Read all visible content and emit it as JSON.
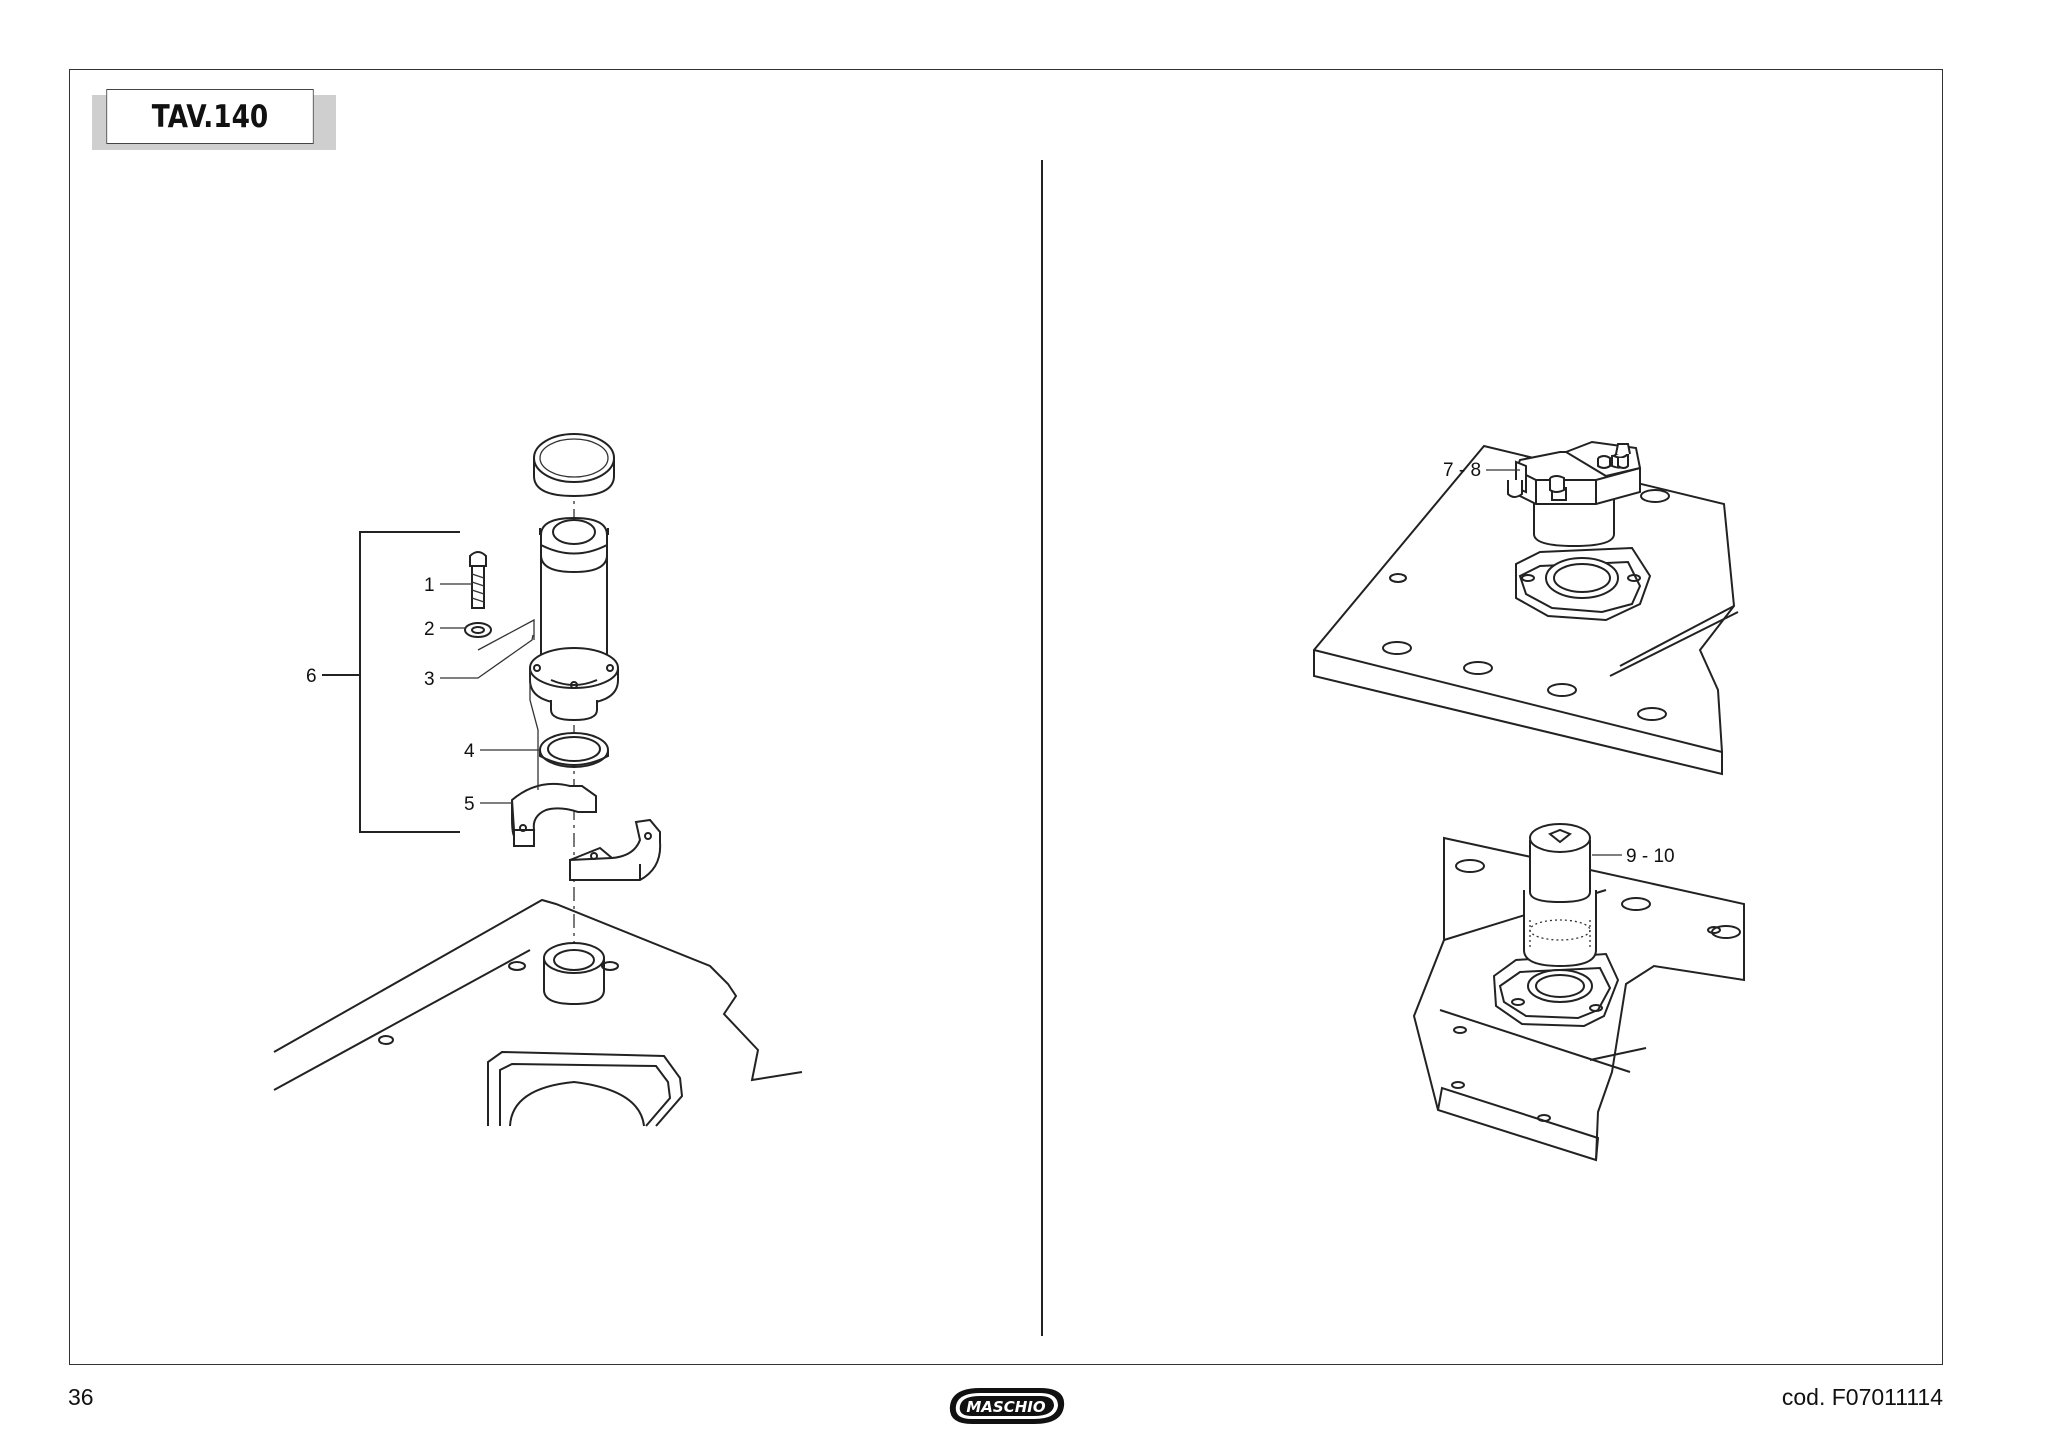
{
  "table_label": "TAV.140",
  "page_number": "36",
  "document_code": "cod.  F07011114",
  "brand_logo": "MASCHIO",
  "callouts_left": {
    "c1": "1",
    "c2": "2",
    "c3": "3",
    "c4": "4",
    "c5": "5",
    "c6": "6"
  },
  "callouts_right": {
    "c78": "7 - 8",
    "c910": "9 - 10"
  }
}
